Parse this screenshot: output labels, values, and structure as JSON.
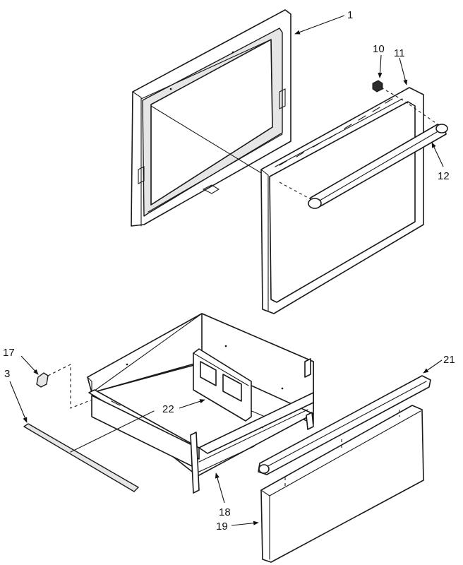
{
  "diagram": {
    "callouts": [
      {
        "id": "1",
        "label": "1"
      },
      {
        "id": "10",
        "label": "10"
      },
      {
        "id": "11",
        "label": "11"
      },
      {
        "id": "12",
        "label": "12"
      },
      {
        "id": "17",
        "label": "17"
      },
      {
        "id": "3",
        "label": "3"
      },
      {
        "id": "22",
        "label": "22"
      },
      {
        "id": "21",
        "label": "21"
      },
      {
        "id": "18",
        "label": "18"
      },
      {
        "id": "19",
        "label": "19"
      }
    ]
  }
}
